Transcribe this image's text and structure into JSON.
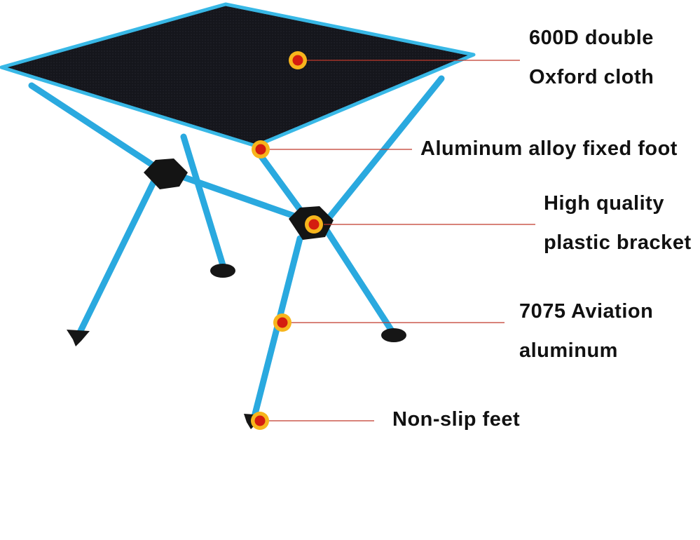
{
  "callouts": {
    "cloth": {
      "line1": "600D double",
      "line2": "Oxford cloth"
    },
    "fixed_foot": {
      "line1": "Aluminum alloy fixed foot"
    },
    "bracket": {
      "line1": "High quality",
      "line2": "plastic bracket"
    },
    "aviation": {
      "line1": "7075 Aviation",
      "line2": "aluminum"
    },
    "feet": {
      "line1": "Non-slip feet"
    }
  },
  "colors": {
    "tabletop": "#15161c",
    "trim": "#38b8e6",
    "leg": "#2aa9df",
    "bracket": "#141414",
    "marker_ring": "#f7b51c",
    "marker_dot": "#d41c10",
    "leader_line": "#c0392b"
  }
}
